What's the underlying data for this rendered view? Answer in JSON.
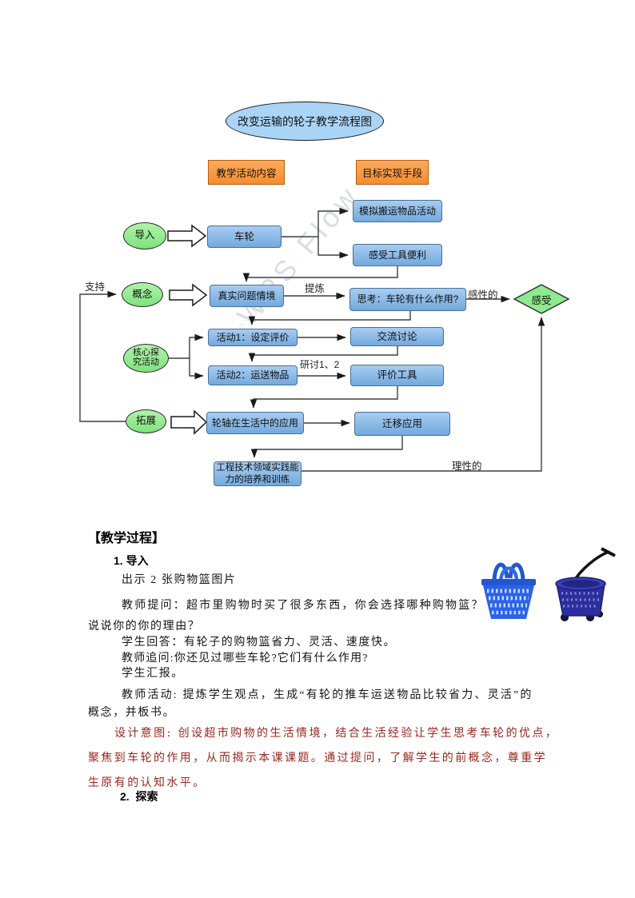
{
  "flowchart": {
    "title": "改变运输的轮子教学流程图",
    "legend_activity": "教学活动内容",
    "legend_goal": "目标实现手段",
    "stage_intro": "导入",
    "stage_concept": "概念",
    "stage_core": "核心探究活动",
    "stage_extend": "拓展",
    "node_wheel": "车轮",
    "node_simulate": "模拟搬运物品活动",
    "node_feel_tool": "感受工具便利",
    "node_real_problem": "真实问题情境",
    "node_think": "思考：车轮有什么作用?",
    "node_activity1": "活动1：设定评价",
    "node_discuss": "交流讨论",
    "node_activity2": "活动2：运送物品",
    "node_eval_tool": "评价工具",
    "node_axle": "轮轴在生活中的应用",
    "node_transfer": "迁移应用",
    "node_engineering": "工程技术领域实践能力的培养和训练",
    "node_feel": "感受",
    "label_support": "支持",
    "label_refine": "提炼",
    "label_perceptual": "感性的",
    "label_seminar": "研讨1、2",
    "label_rational": "理性的",
    "watermark": "WPS Flow",
    "colors": {
      "node_blue": "#72a9de",
      "stage_green": "#7ee27e",
      "legend_orange": "#f68d2e",
      "title_blue": "#aad4f6",
      "design_intent_red": "#97271d"
    }
  },
  "document": {
    "heading": "【教学过程】",
    "step1": "1. 导入",
    "step1_intro": "出示 2 张购物篮图片",
    "lines": [
      "教师提问：超市里购物时买了很多东西，你会选择哪种购物篮？",
      "说说你的你的理由？",
      "学生回答：有轮子的购物篮省力、灵活、速度快。",
      "教师追问:你还见过哪些车轮?它们有什么作用?",
      "学生汇报。",
      "教师活动: 提炼学生观点，生成“有轮的推车运送物品比较省力、灵活”的",
      "概念，并板书。"
    ],
    "design_intent": [
      "设计意图: 创设超市购物的生活情境，结合生活经验让学生思考车轮的优点，",
      "聚焦到车轮的作用，从而揭示本课课题。通过提问，了解学生的前概念，尊重学",
      "生原有的认知水平。"
    ],
    "step2": "2.  探索"
  }
}
